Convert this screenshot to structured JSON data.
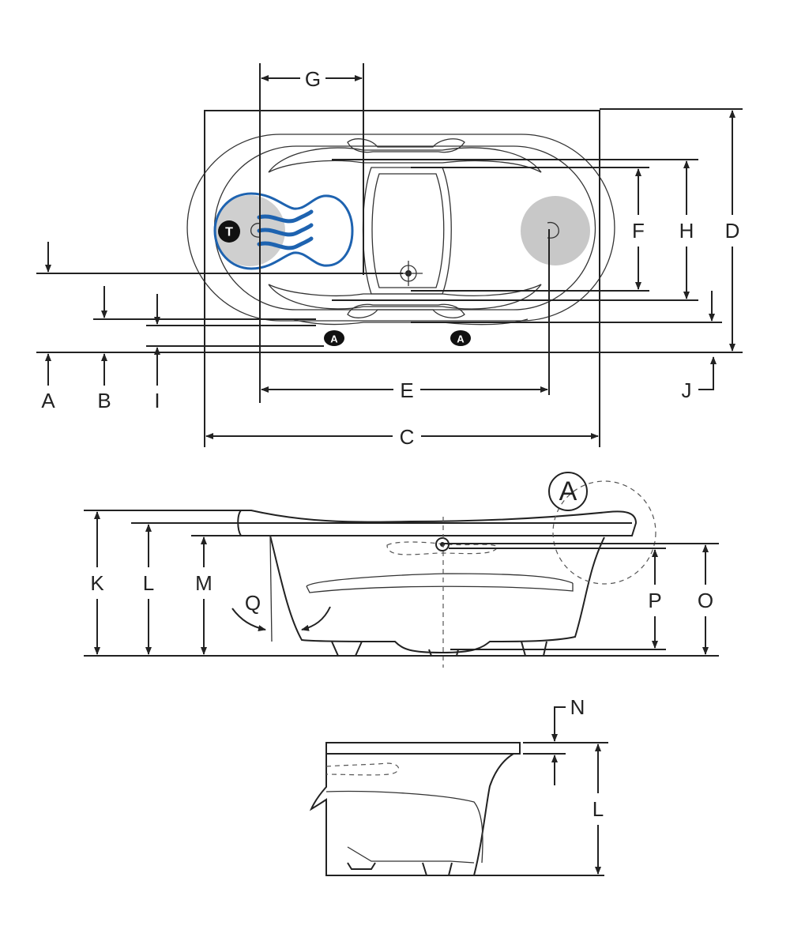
{
  "labels": {
    "A": "A",
    "B": "B",
    "C": "C",
    "D": "D",
    "E": "E",
    "F": "F",
    "G": "G",
    "H": "H",
    "I": "I",
    "J": "J",
    "K": "K",
    "L": "L",
    "M": "M",
    "N": "N",
    "O": "O",
    "P": "P",
    "Q": "Q"
  },
  "markers": {
    "thermostat_badge": "T",
    "access_badge": "A",
    "detail_callout": "A"
  },
  "colors": {
    "line": "#222222",
    "heat_blue": "#1e63b0",
    "heat_fill": "#cfcfcf",
    "headrest_fill": "#c8c8c8"
  }
}
